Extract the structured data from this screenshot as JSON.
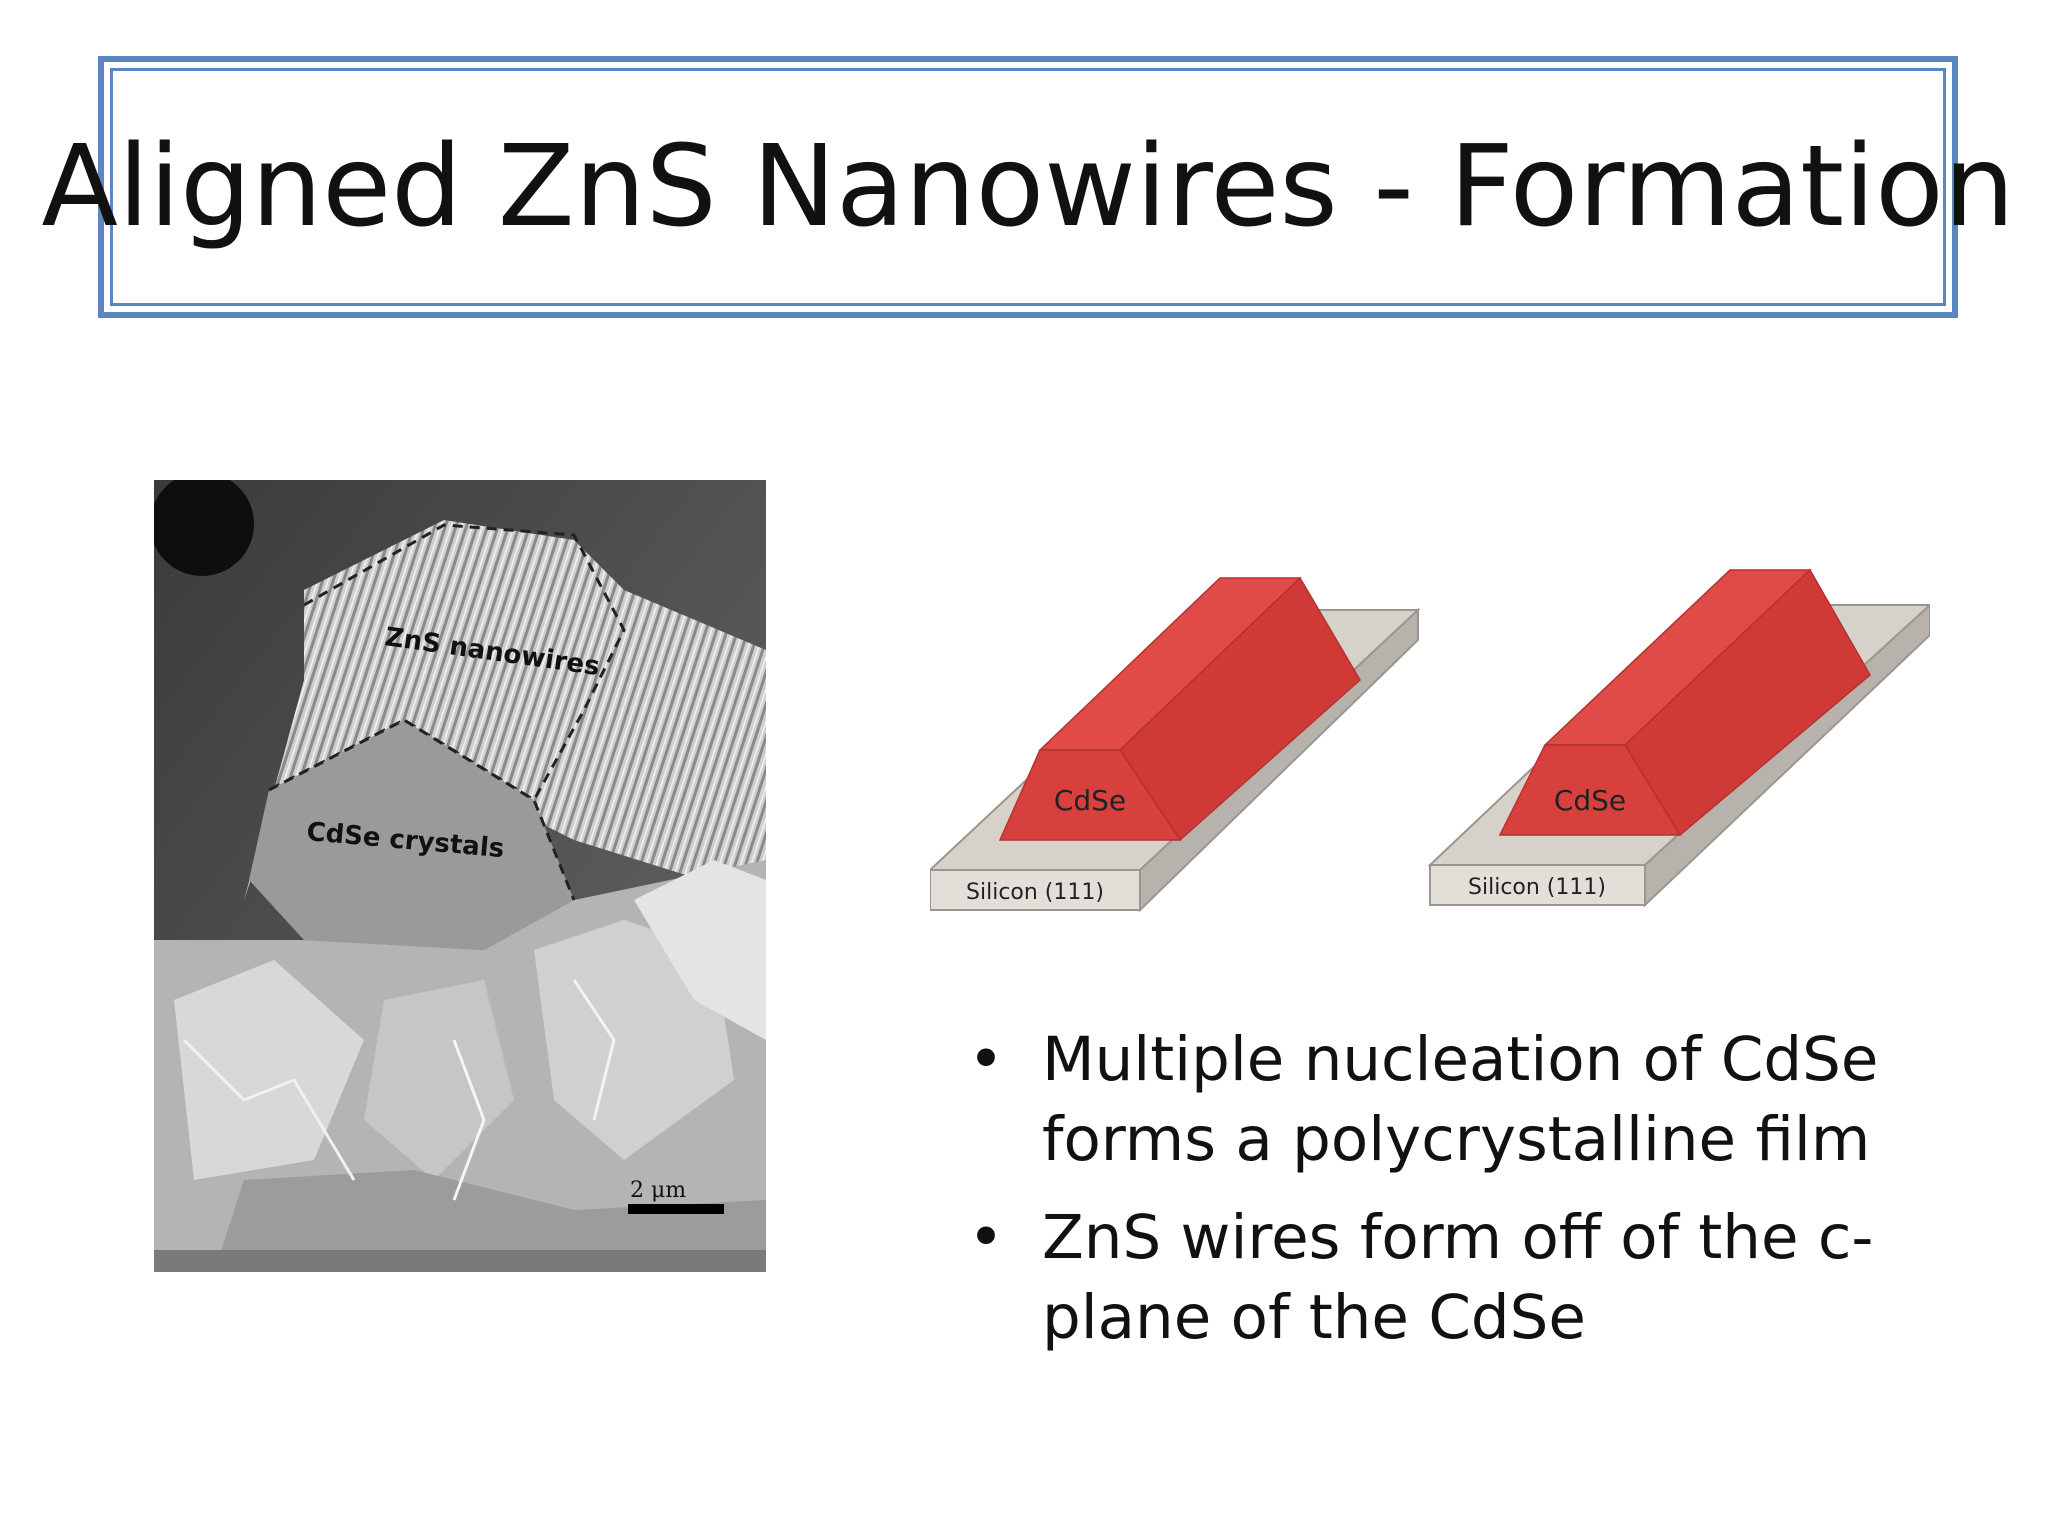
{
  "slide": {
    "title": "Aligned ZnS Nanowires - Formation"
  },
  "sem_image": {
    "label_nanowires": "ZnS nanowires",
    "label_crystals": "CdSe crystals",
    "scale_bar": "2 μm"
  },
  "diagram": {
    "left": {
      "crystal_label": "CdSe",
      "substrate_label": "Silicon (111)"
    },
    "right": {
      "crystal_label": "CdSe",
      "substrate_label": "Silicon (111)"
    },
    "colors": {
      "crystal": "#d9403e",
      "wires": "#5b8fd1",
      "substrate": "#d6d2ca"
    }
  },
  "bullets": [
    {
      "line1": "Multiple nucleation of CdSe",
      "line2": "forms a polycrystalline film"
    },
    {
      "line1": "ZnS wires form off of the c-",
      "line2": "plane of the CdSe"
    }
  ]
}
